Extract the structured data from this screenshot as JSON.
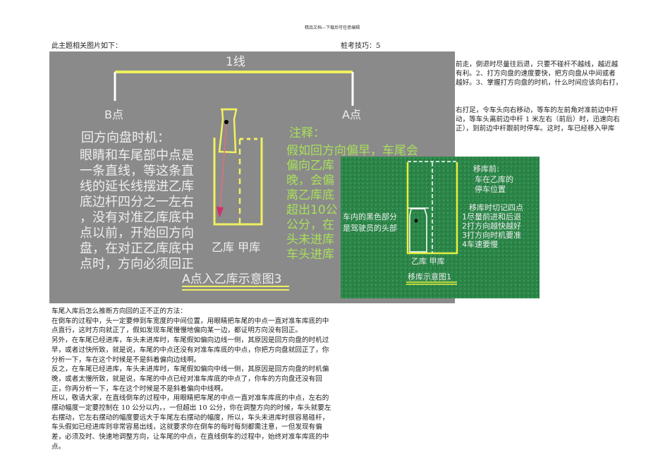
{
  "header_note": "精品文档---下载后可任意编辑",
  "intro": "此主题相关图片如下：",
  "tip_label": "桩考技巧：5",
  "right_text_a": [
    "前走，倒退时尽量往后退，只要不碰杆不越线，越近越",
    "有利。2、打方向盘的速度要快，把方向盘从中间或者",
    "越好。3、掌握打方向盘的时机，什么时间应该向右打，"
  ],
  "right_text_b": [
    "右打足，令车头向右移动，等车的左前角对准前边中杆",
    "动，等车头离前边中杆 1 米左右（前后）时，迅速向右",
    "正），到前边中杆跟前时停车。这时，车已经移入甲库"
  ],
  "figure3": {
    "line_label": "1线",
    "b_point": "B点",
    "a_point": "A点",
    "heading": "回方向盘时机：",
    "lines": [
      "眼睛和车尾部中点是",
      "一条直线，等这条直",
      "线的延长线摆进乙库",
      "底边杆四分之一左右",
      "，没有对准乙库底中",
      "点以前，开始回方向",
      "盘，在对正乙库底中",
      "点时，方向必须回正"
    ],
    "garage_labels": "乙库 甲库",
    "caption": "A点入乙库示意图3",
    "note_heading": "注释：",
    "note_lines": [
      "假如回方向偏早，车尾会",
      "偏向乙库",
      "晚，会偏",
      "离乙库底",
      "超出10公",
      "公分，在",
      "头未进库",
      "车头进库"
    ]
  },
  "figure1": {
    "left_lines": [
      "车内的黑色部分",
      "是驾驶员的头部"
    ],
    "before_heading": "移库前:",
    "before_lines": [
      "车在乙库的",
      "停车位置"
    ],
    "points_heading": "移库时切记四点",
    "points": [
      "1尽量前进和后退",
      "2打方向越快越好",
      "3打方向时机要准",
      "4车速要慢"
    ],
    "garage_labels": "乙库  甲库",
    "caption": "移库示意图1"
  },
  "body_title": "车尾入库后怎么推断方向回的正不正的方法：",
  "body_paragraphs": [
    "在倒车的过程中，头一定要伸到车宽度的中间位置，用眼睛把车尾的中点一直对准车库底的中点直行，这时方向就正了，假如发现车尾慢慢地偏向某一边，都证明方向没有回正。",
    "另外，在车尾已经进库，车头未进库时，车尾假如偏向边线一侧，其原因是回方向盘的时机过早，或者过快所致，就是说，车尾的中点还没有对准车库底的中点，你把方向盘就回正了，你分析一下，车在这个时候是不是斜着偏向边线啊。",
    "反之，在车尾已经进库，车头未进库时，车尾假如偏向中线一侧，其原因是回方向盘的时机偏晚，或者太慢所致，就是说，车尾的中点已经对准车库底的中点了，你车的方向盘还没有回正，你再分析一下，车在这个时候是不是斜着偏向中线啊。",
    "所以，敬请大家，在直线倒车的过程中，用眼睛把车尾的中点一直对准车库底的中点，左右的摆动幅度一定要控制在 10 公分以内，，一但超出 10 公分，你在调整方向的时候，车头就要左右摆动，它左右摆动的幅度要远大于车尾左右摆动的幅度，所以，车头未进库时很容易碰杆，车头假如已经进库则非常容易出线，这就要求你在倒车的每时每刻都需注意，一但发现有偏差，必须及时、快速地调整方向，让车尾的中点，在直线倒车的过程中，始终对准车库底的中点。"
  ],
  "colors": {
    "gray_bg": "#8a8a8a",
    "yellow": "#f0f060",
    "green_text": "#a8e05a",
    "grass": "#2e8a4a"
  }
}
